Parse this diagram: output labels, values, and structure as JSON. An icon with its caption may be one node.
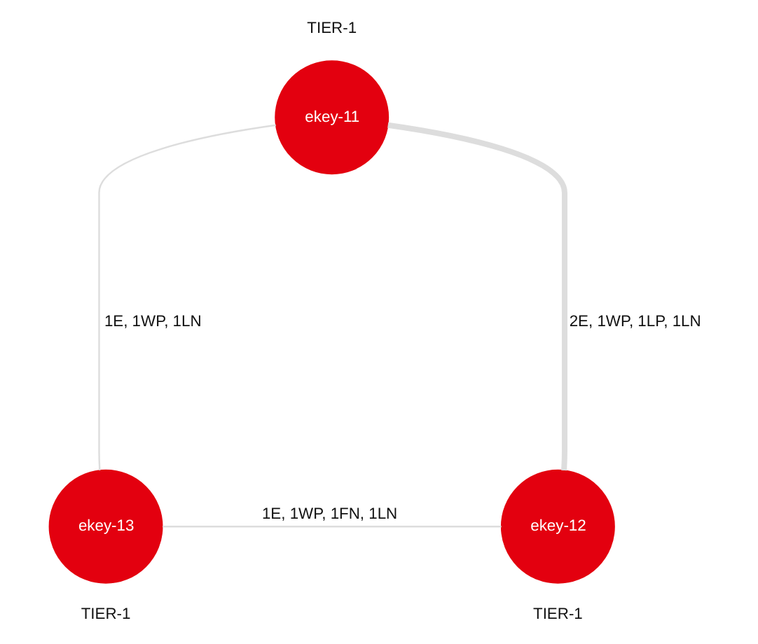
{
  "diagram": {
    "nodes": [
      {
        "text": [
          "ekey-11"
        ],
        "beside": [
          "TIER-1"
        ]
      },
      {
        "text": [
          "ekey-13"
        ],
        "beside": [
          "TIER-1"
        ]
      },
      {
        "text": [
          "ekey-12"
        ],
        "beside": [
          "TIER-1"
        ]
      }
    ],
    "edges": [
      {
        "from": 0,
        "to": 1,
        "arrow": "none",
        "label": "1E, 1WP, 1LN",
        "color": "#dddddd"
      },
      {
        "from": 0,
        "to": 2,
        "arrow": "none",
        "label": "2E, 1WP, 1LP, 1LN",
        "style": "thick",
        "color": "#dddddd"
      },
      {
        "from": 1,
        "to": 2,
        "arrow": "none",
        "label": "1E, 1WP, 1FN, 1LN",
        "color": "#dddddd"
      }
    ]
  }
}
